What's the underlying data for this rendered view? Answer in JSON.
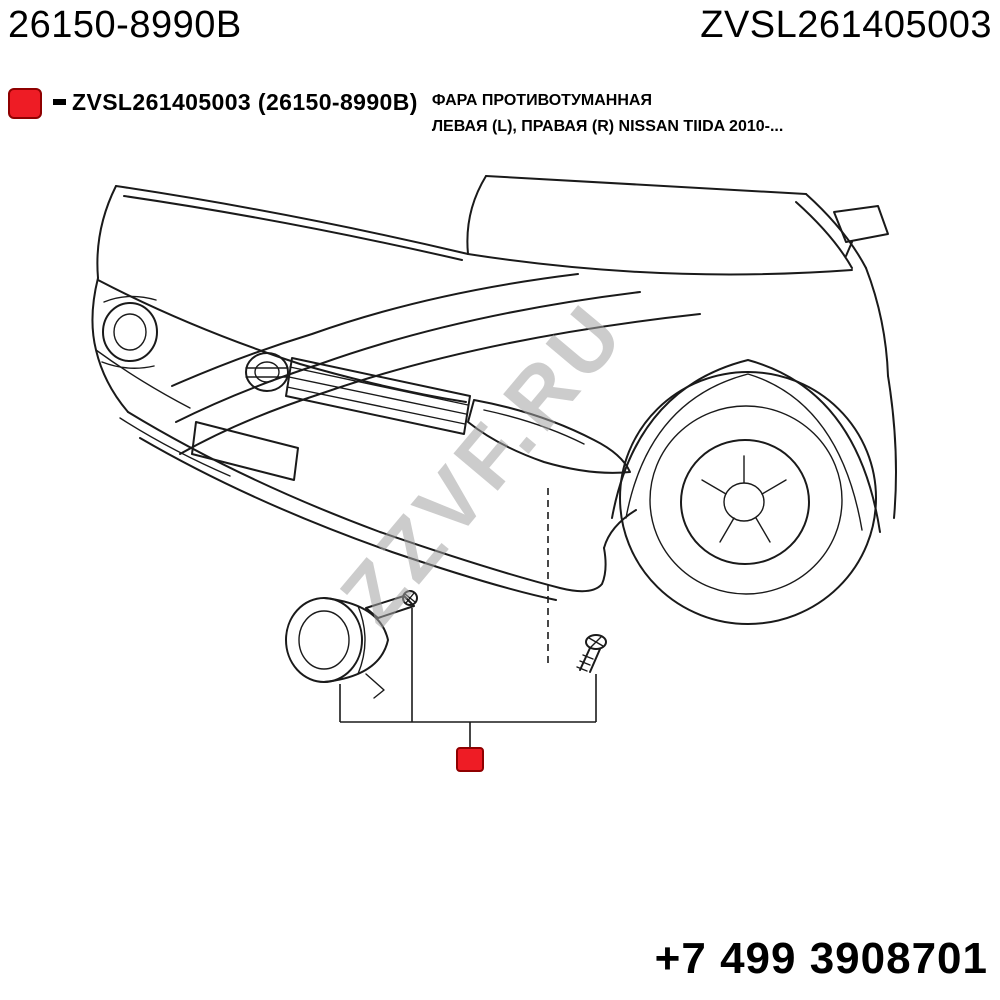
{
  "header": {
    "part_number": "26150-8990B",
    "article": "ZVSL261405003"
  },
  "part_info": {
    "marker_color": "#ee1c25",
    "marker_icon": "red-square-marker",
    "title": "ZVSL261405003 (26150-8990B)",
    "description_line1": "ФАРА ПРОТИВОТУМАННАЯ",
    "description_line2": "ЛЕВАЯ (L), ПРАВАЯ (R) NISSAN TIIDA 2010-..."
  },
  "diagram": {
    "watermark": "ZZVF.RU",
    "callout_color": "#ee1c25",
    "subject": "Nissan Tiida front end line drawing with detached fog lamp and mounting screw"
  },
  "footer": {
    "phone": "+7 499 3908701"
  }
}
